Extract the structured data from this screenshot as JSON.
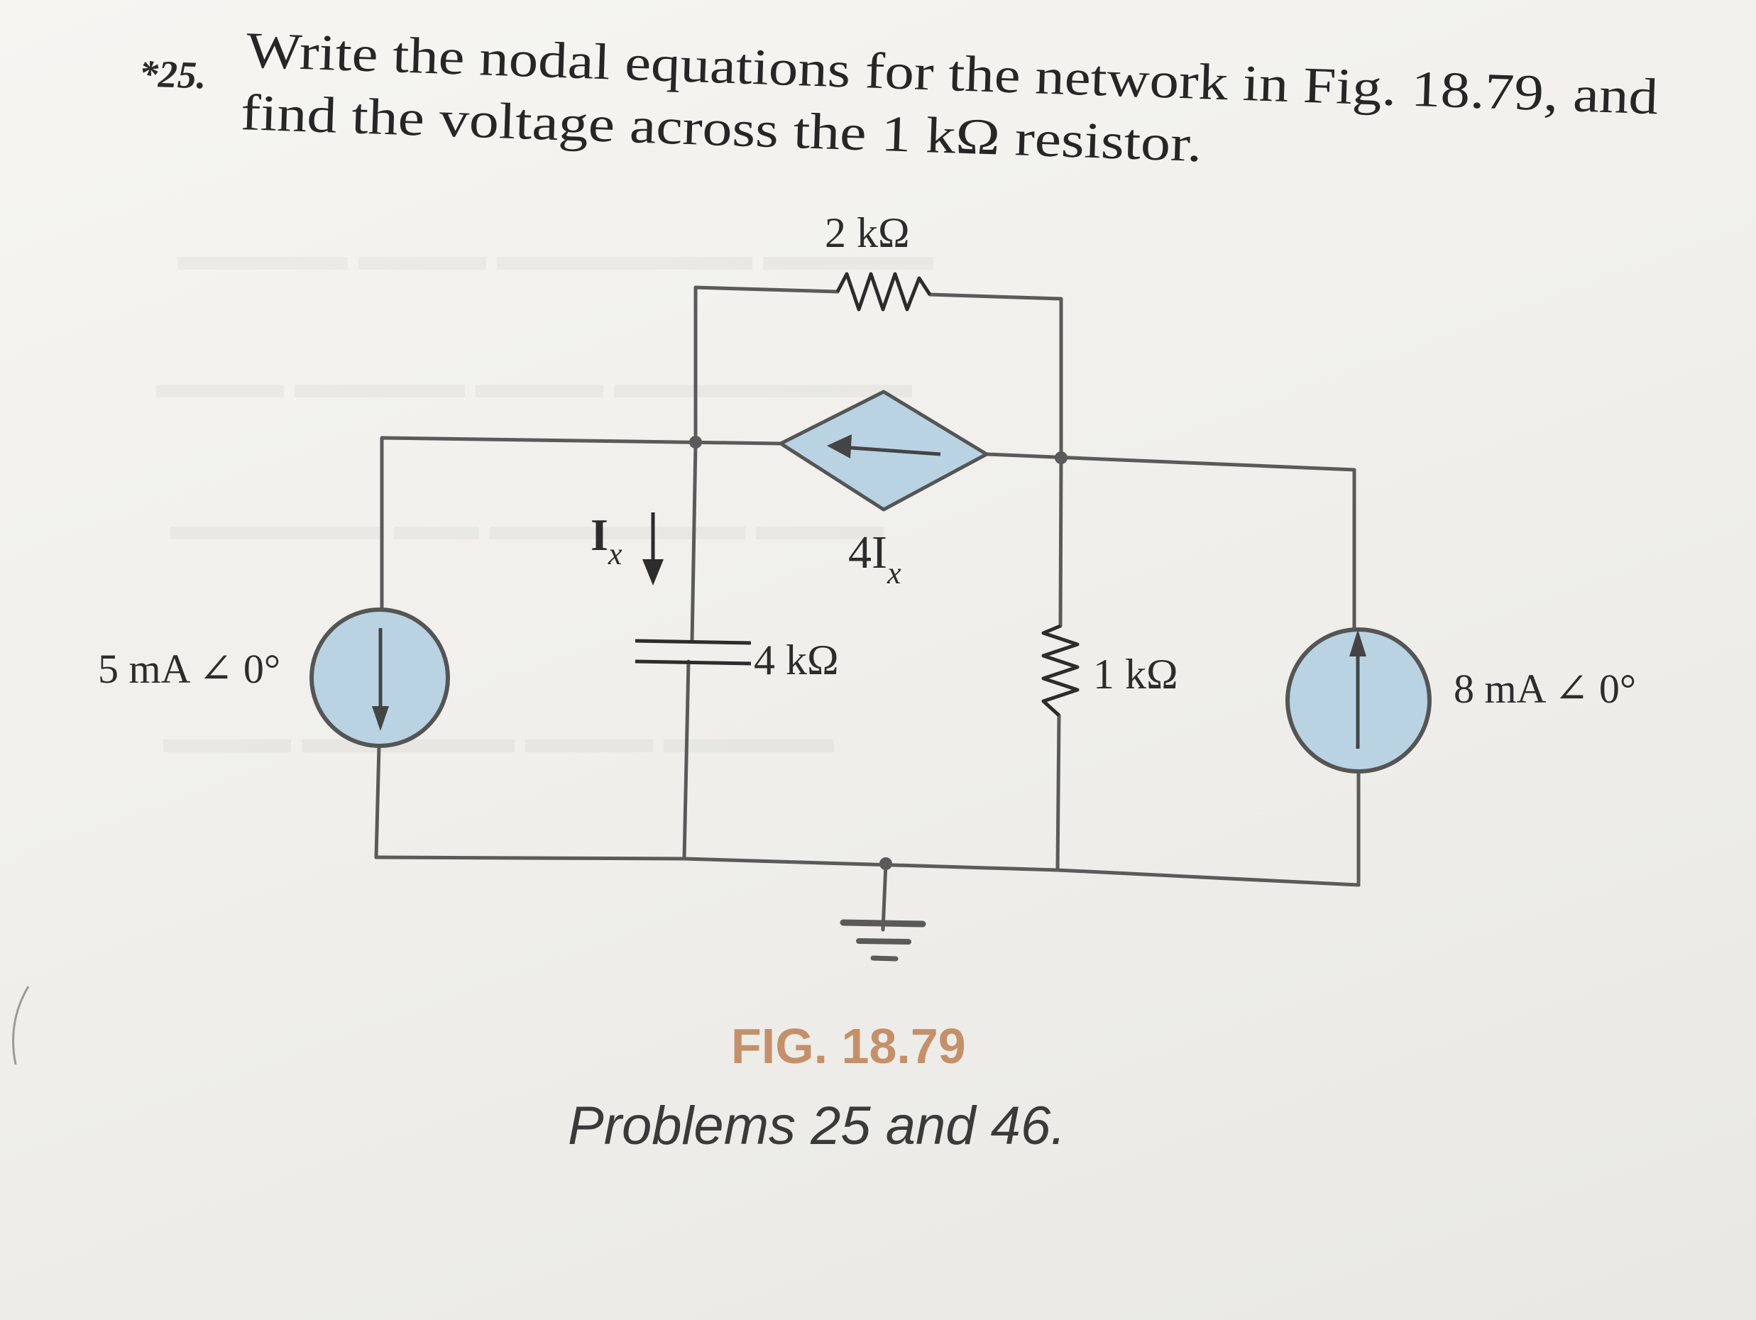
{
  "problem": {
    "number": "*25.",
    "line1": "Write the nodal equations for the network in Fig. 18.79, and",
    "line2": "find the voltage across the 1 kΩ resistor."
  },
  "circuit": {
    "top_resistor_label": "2 kΩ",
    "branch_current_label": "I",
    "branch_current_subscript": "x",
    "dependent_source_label": "4I",
    "dependent_source_subscript": "x",
    "capacitor_label": "4 kΩ",
    "right_resistor_label": "1 kΩ",
    "left_source_label": "5 mA ∠ 0°",
    "right_source_label": "8 mA ∠ 0°"
  },
  "figure": {
    "caption_number": "FIG. 18.79",
    "caption_text": "Problems 25 and 46."
  },
  "colors": {
    "ink": "#2c2c2c",
    "wire": "#5a5a5a",
    "source_fill": "#b9d3e2",
    "caption_accent": "#c4906a"
  }
}
